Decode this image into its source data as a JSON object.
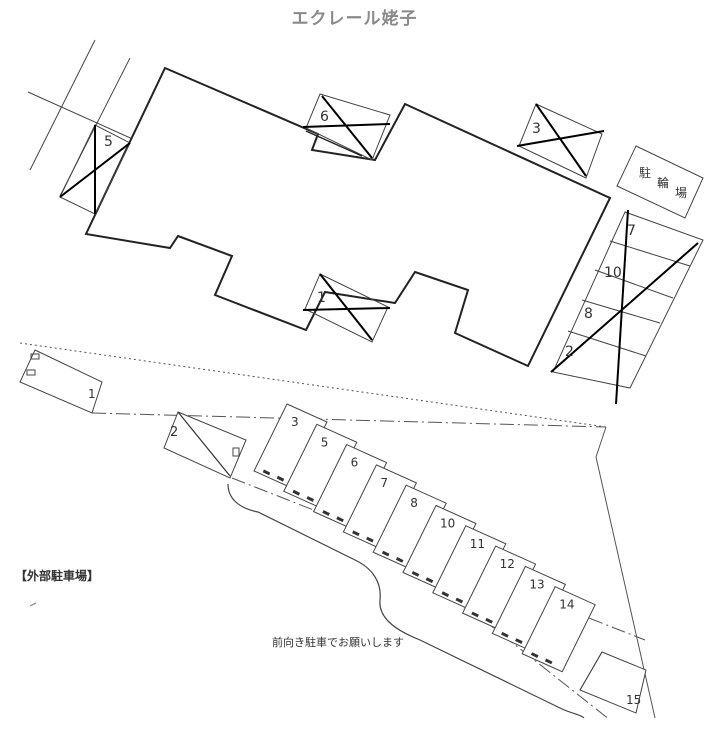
{
  "title": "エクレール姥子",
  "bicycle_parking": [
    "駐",
    "輪",
    "場"
  ],
  "external_parking_label": "【外部駐車場】",
  "note": "前向き駐車でお願いします",
  "building_spaces": [
    {
      "label": "6",
      "crossed": true
    },
    {
      "label": "3",
      "crossed": true
    },
    {
      "label": "5",
      "crossed": true
    },
    {
      "label": "1",
      "crossed": true
    }
  ],
  "right_column_spaces": [
    "7",
    "10",
    "8",
    "2"
  ],
  "external_spaces": [
    "1",
    "2",
    "3",
    "5",
    "6",
    "7",
    "8",
    "10",
    "11",
    "12",
    "13",
    "14",
    "15"
  ]
}
